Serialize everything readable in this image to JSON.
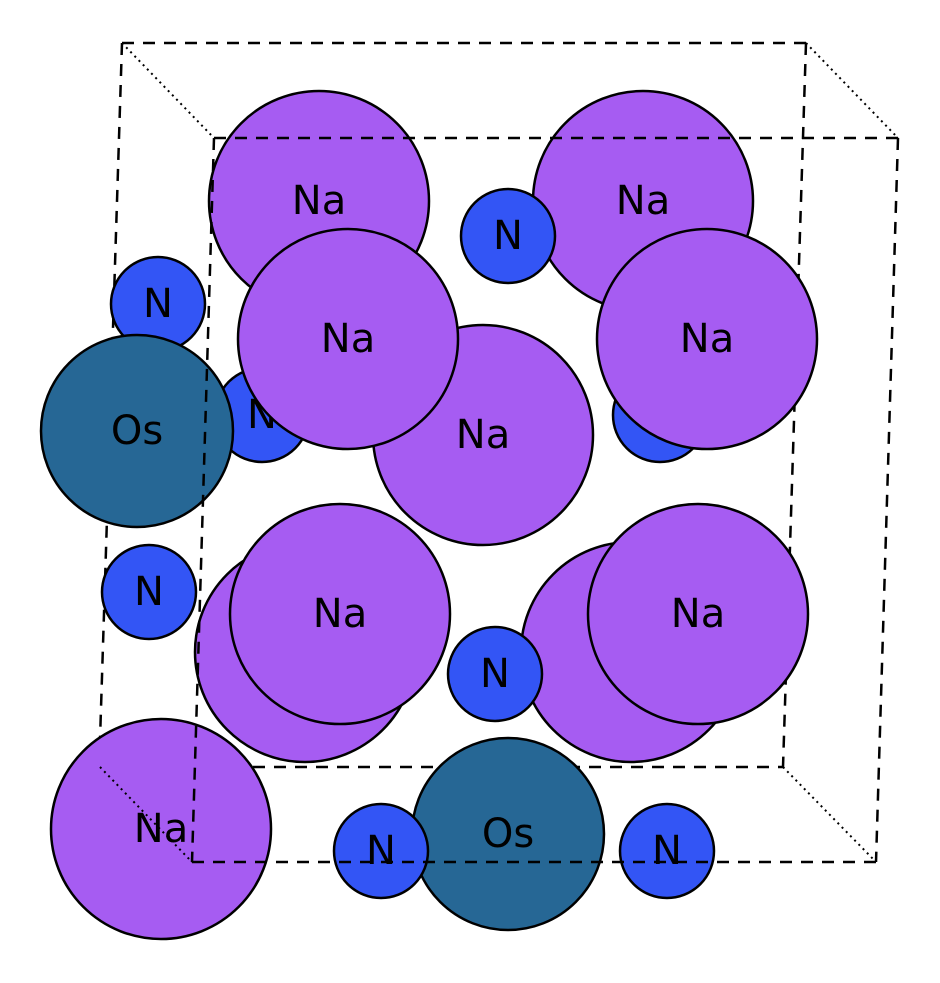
{
  "elements": {
    "Na": {
      "label": "Na",
      "color": "#a65cf2"
    },
    "N": {
      "label": "N",
      "color": "#3355f5"
    },
    "Os": {
      "label": "Os",
      "color": "#266795"
    }
  },
  "atoms": [
    {
      "id": "na-1",
      "element": "Na"
    },
    {
      "id": "na-2",
      "element": "Na"
    },
    {
      "id": "na-3",
      "element": "Na"
    },
    {
      "id": "na-4",
      "element": "Na"
    },
    {
      "id": "n-1",
      "element": "N"
    },
    {
      "id": "n-2",
      "element": "N"
    },
    {
      "id": "n-3",
      "element": "N"
    },
    {
      "id": "n-4",
      "element": "N"
    },
    {
      "id": "os-1",
      "element": "Os"
    },
    {
      "id": "na-5",
      "element": "Na"
    },
    {
      "id": "na-6",
      "element": "Na"
    },
    {
      "id": "na-7",
      "element": "Na"
    },
    {
      "id": "n-5",
      "element": "N"
    },
    {
      "id": "na-8",
      "element": "Na"
    },
    {
      "id": "na-9",
      "element": "Na"
    },
    {
      "id": "na-10",
      "element": "Na"
    },
    {
      "id": "n-6",
      "element": "N"
    },
    {
      "id": "os-2",
      "element": "Os"
    },
    {
      "id": "n-7",
      "element": "N"
    },
    {
      "id": "na-11",
      "element": "Na"
    }
  ]
}
